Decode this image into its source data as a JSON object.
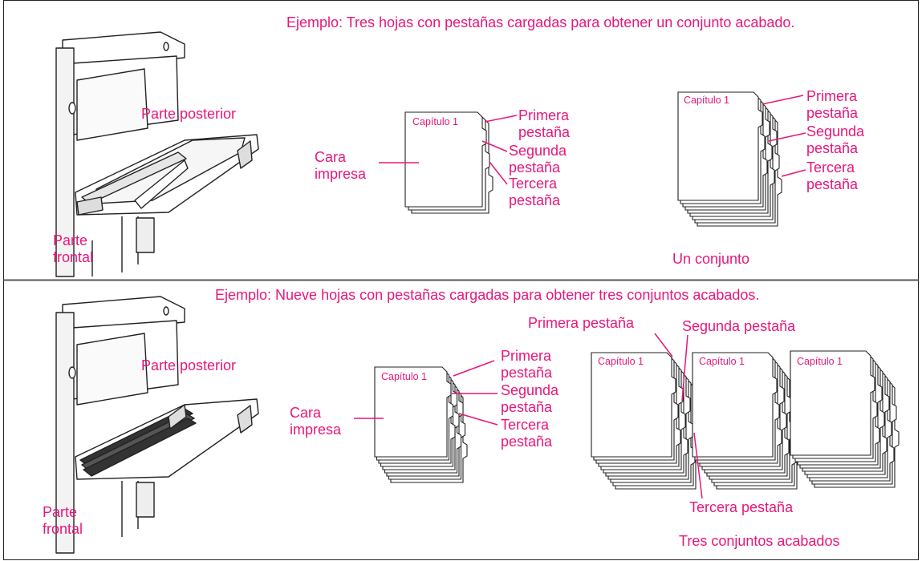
{
  "accent_color": "#e8177a",
  "line_color": "#222222",
  "top": {
    "caption": "Ejemplo: Tres hojas con pestañas cargadas para obtener un conjunto acabado.",
    "tray_back": "Parte posterior",
    "tray_front": [
      "Parte",
      "frontal"
    ],
    "printed_side": [
      "Cara",
      "impresa"
    ],
    "sheet_label": "Capítulo 1",
    "tabs": [
      [
        "Primera",
        "pestaña"
      ],
      [
        "Segunda",
        "pestaña"
      ],
      [
        "Tercera",
        "pestaña"
      ]
    ],
    "set_sheet_label": "Capítulo 1",
    "set_tabs": [
      [
        "Primera",
        "pestaña"
      ],
      [
        "Segunda",
        "pestaña"
      ],
      [
        "Tercera",
        "pestaña"
      ]
    ],
    "set_caption": "Un conjunto"
  },
  "bottom": {
    "caption": "Ejemplo: Nueve hojas con pestañas cargadas para obtener tres conjuntos acabados.",
    "tray_back": "Parte posterior",
    "tray_front": [
      "Parte",
      "frontal"
    ],
    "printed_side": [
      "Cara",
      "impresa"
    ],
    "sheet_label": "Capítulo 1",
    "tabs": [
      [
        "Primera",
        "pestaña"
      ],
      [
        "Segunda",
        "pestaña"
      ],
      [
        "Tercera",
        "pestaña"
      ]
    ],
    "sets_labels": [
      "Capítulo 1",
      "Capítulo 1",
      "Capítulo 1"
    ],
    "first_tab": "Primera pestaña",
    "second_tab": "Segunda pestaña",
    "third_tab": "Tercera pestaña",
    "sets_caption": "Tres conjuntos acabados"
  }
}
